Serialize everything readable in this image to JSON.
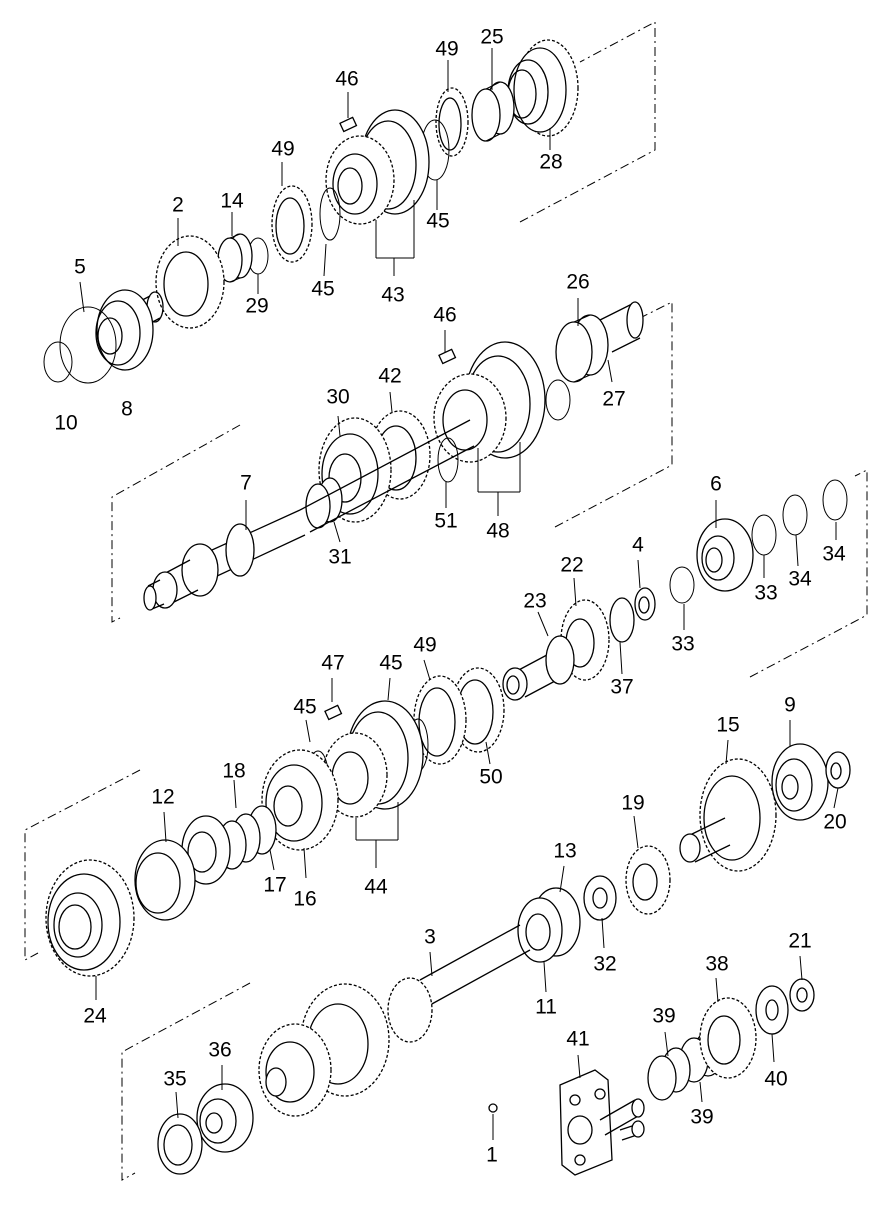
{
  "labels": [
    {
      "id": "lbl-25",
      "text": "25"
    },
    {
      "id": "lbl-49a",
      "text": "49"
    },
    {
      "id": "lbl-46a",
      "text": "46"
    },
    {
      "id": "lbl-28",
      "text": "28"
    },
    {
      "id": "lbl-49b",
      "text": "49"
    },
    {
      "id": "lbl-2",
      "text": "2"
    },
    {
      "id": "lbl-14",
      "text": "14"
    },
    {
      "id": "lbl-45a",
      "text": "45"
    },
    {
      "id": "lbl-5",
      "text": "5"
    },
    {
      "id": "lbl-45b",
      "text": "45"
    },
    {
      "id": "lbl-29",
      "text": "29"
    },
    {
      "id": "lbl-43",
      "text": "43"
    },
    {
      "id": "lbl-26",
      "text": "26"
    },
    {
      "id": "lbl-46b",
      "text": "46"
    },
    {
      "id": "lbl-10",
      "text": "10"
    },
    {
      "id": "lbl-8",
      "text": "8"
    },
    {
      "id": "lbl-42",
      "text": "42"
    },
    {
      "id": "lbl-30",
      "text": "30"
    },
    {
      "id": "lbl-27",
      "text": "27"
    },
    {
      "id": "lbl-6",
      "text": "6"
    },
    {
      "id": "lbl-7",
      "text": "7"
    },
    {
      "id": "lbl-51",
      "text": "51"
    },
    {
      "id": "lbl-48",
      "text": "48"
    },
    {
      "id": "lbl-31",
      "text": "31"
    },
    {
      "id": "lbl-34a",
      "text": "34"
    },
    {
      "id": "lbl-4",
      "text": "4"
    },
    {
      "id": "lbl-22",
      "text": "22"
    },
    {
      "id": "lbl-33a",
      "text": "33"
    },
    {
      "id": "lbl-34b",
      "text": "34"
    },
    {
      "id": "lbl-23",
      "text": "23"
    },
    {
      "id": "lbl-33b",
      "text": "33"
    },
    {
      "id": "lbl-47",
      "text": "47"
    },
    {
      "id": "lbl-45c",
      "text": "45"
    },
    {
      "id": "lbl-49c",
      "text": "49"
    },
    {
      "id": "lbl-37",
      "text": "37"
    },
    {
      "id": "lbl-45d",
      "text": "45"
    },
    {
      "id": "lbl-9",
      "text": "9"
    },
    {
      "id": "lbl-15",
      "text": "15"
    },
    {
      "id": "lbl-18",
      "text": "18"
    },
    {
      "id": "lbl-50",
      "text": "50"
    },
    {
      "id": "lbl-12",
      "text": "12"
    },
    {
      "id": "lbl-20",
      "text": "20"
    },
    {
      "id": "lbl-19",
      "text": "19"
    },
    {
      "id": "lbl-17",
      "text": "17"
    },
    {
      "id": "lbl-16",
      "text": "16"
    },
    {
      "id": "lbl-44",
      "text": "44"
    },
    {
      "id": "lbl-13",
      "text": "13"
    },
    {
      "id": "lbl-3",
      "text": "3"
    },
    {
      "id": "lbl-32",
      "text": "32"
    },
    {
      "id": "lbl-21",
      "text": "21"
    },
    {
      "id": "lbl-38",
      "text": "38"
    },
    {
      "id": "lbl-24",
      "text": "24"
    },
    {
      "id": "lbl-11",
      "text": "11"
    },
    {
      "id": "lbl-41",
      "text": "41"
    },
    {
      "id": "lbl-39a",
      "text": "39"
    },
    {
      "id": "lbl-40",
      "text": "40"
    },
    {
      "id": "lbl-36",
      "text": "36"
    },
    {
      "id": "lbl-35",
      "text": "35"
    },
    {
      "id": "lbl-39b",
      "text": "39"
    },
    {
      "id": "lbl-1",
      "text": "1"
    }
  ]
}
